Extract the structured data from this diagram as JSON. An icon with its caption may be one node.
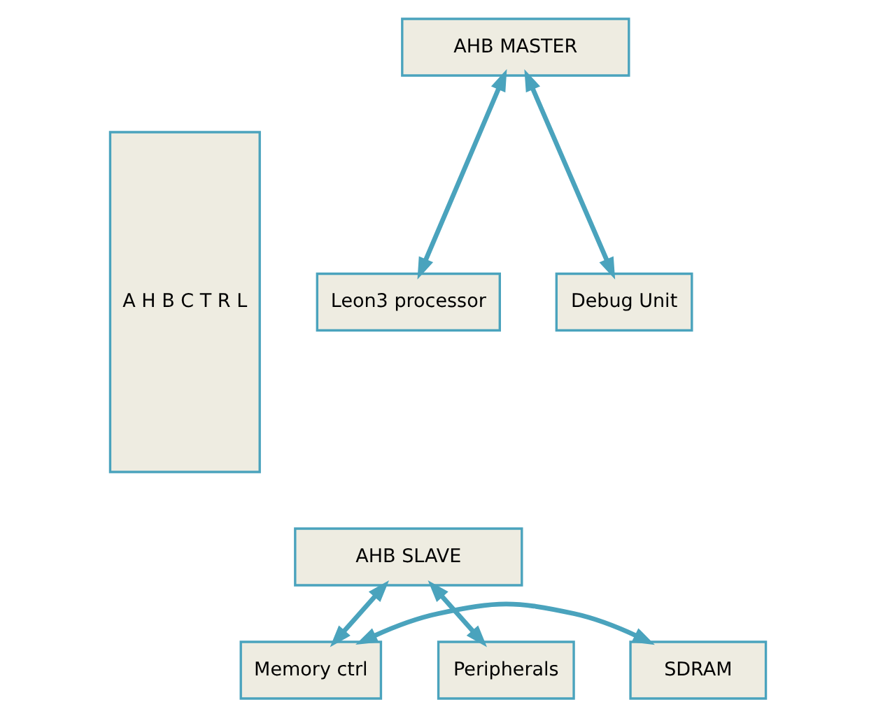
{
  "diagram": {
    "nodes": [
      {
        "text": [
          "A H B C T R L"
        ]
      },
      {
        "text": [
          "AHB MASTER"
        ]
      },
      {
        "text": [
          "Leon3 processor"
        ]
      },
      {
        "text": [
          "Debug Unit"
        ]
      },
      {
        "text": [
          "AHB SLAVE"
        ]
      },
      {
        "text": [
          "SDRAM"
        ]
      },
      {
        "text": [
          "Memory ctrl"
        ]
      },
      {
        "text": [
          "Peripherals"
        ]
      }
    ],
    "edges": [
      {
        "from": 1,
        "to": 2,
        "arrow": "both"
      },
      {
        "from": 1,
        "to": 3,
        "arrow": "both"
      },
      {
        "from": 4,
        "to": 6,
        "arrow": "both"
      },
      {
        "from": 4,
        "to": 7,
        "arrow": "both"
      },
      {
        "from": 5,
        "to": 6,
        "arrow": "both"
      }
    ]
  }
}
